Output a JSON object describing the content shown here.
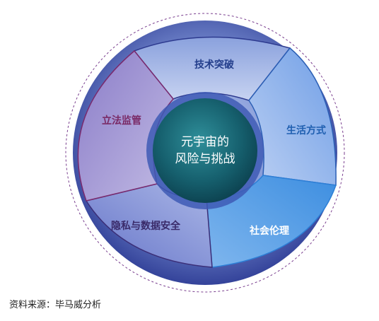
{
  "center": {
    "line1": "元宇宙的",
    "line2": "风险与挑战"
  },
  "segments": [
    {
      "label": "技术突破",
      "color": "#243f8c"
    },
    {
      "label": "生活方式",
      "color": "#1f5fb0"
    },
    {
      "label": "社会伦理",
      "color": "#ffffff"
    },
    {
      "label": "隐私与数据安全",
      "color": "#3a2b6a"
    },
    {
      "label": "立法监管",
      "color": "#7a2a66"
    }
  ],
  "source": "资料来源：毕马威分析"
}
